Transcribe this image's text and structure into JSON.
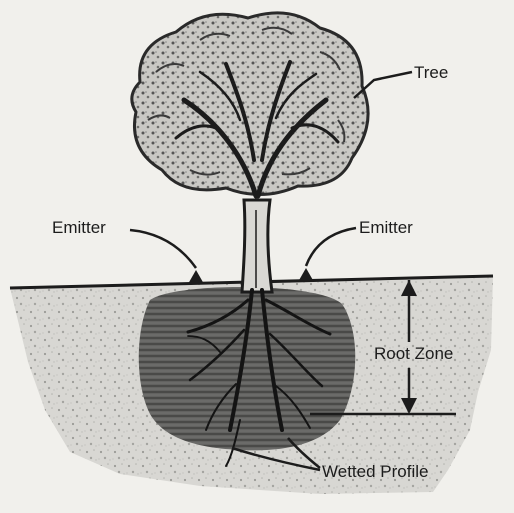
{
  "diagram": {
    "labels": {
      "tree": "Tree",
      "emitter_left": "Emitter",
      "emitter_right": "Emitter",
      "root_zone": "Root Zone",
      "wetted_profile": "Wetted Profile"
    },
    "colors": {
      "background": "#f1f0ec",
      "ink": "#1c1c1c",
      "soil": "#d6d5d1",
      "wetted_zone": "#5f5f5f"
    }
  }
}
